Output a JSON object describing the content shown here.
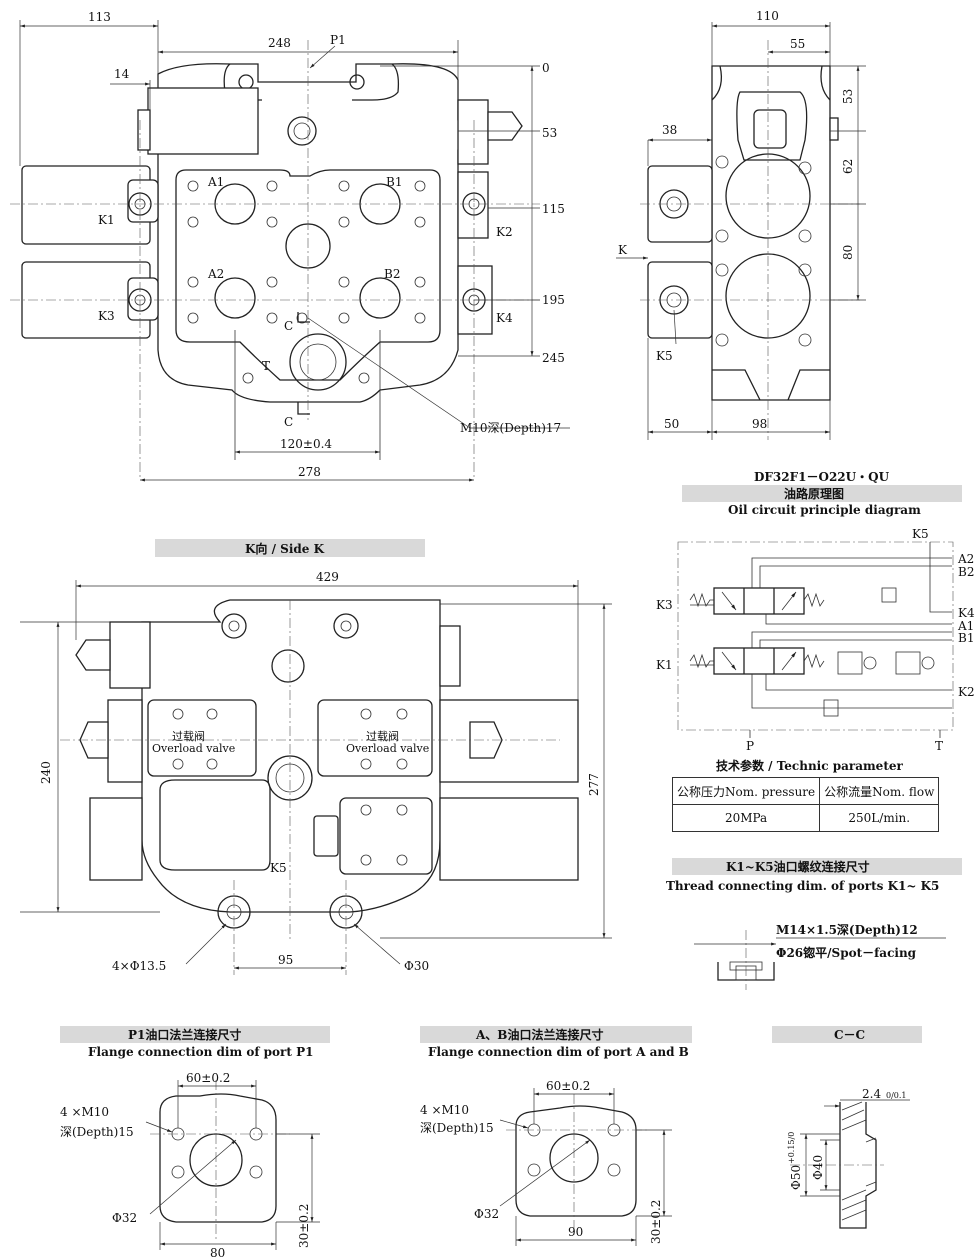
{
  "front_view": {
    "dims_top": [
      "113",
      "248",
      "P1"
    ],
    "dim_left": "14",
    "dims_right": [
      "0",
      "53",
      "115",
      "195",
      "245"
    ],
    "ports": [
      "A1",
      "B1",
      "A2",
      "B2",
      "K1",
      "K2",
      "K3",
      "K4",
      "T",
      "C",
      "C"
    ],
    "dims_bottom": [
      "120±0.4",
      "278"
    ],
    "callout": "M10深(Depth)17"
  },
  "side_view_right": {
    "dims_top": [
      "110",
      "55"
    ],
    "dims_right": [
      "53",
      "62",
      "80"
    ],
    "dims_left": [
      "38"
    ],
    "labels": [
      "K",
      "K5"
    ],
    "dims_bottom": [
      "50",
      "98"
    ]
  },
  "side_k": {
    "title": "K向 / Side K",
    "dim_top": "429",
    "dim_left": "240",
    "dim_right": "277",
    "overload_cn": "过载阀",
    "overload_en": "Overload valve",
    "k5": "K5",
    "hole_callout": "4×Φ13.5",
    "dim_bottom": "95",
    "spot": "Φ30"
  },
  "circuit": {
    "model": "DF32F1－O22U・QU",
    "title_cn": "油路原理图",
    "title_en": "Oil circuit principle diagram",
    "ports_left": [
      "K3",
      "K1"
    ],
    "ports_right": [
      "A2",
      "B2",
      "K4",
      "A1",
      "B1",
      "K2"
    ],
    "port_top": "K5",
    "ports_bottom": [
      "P",
      "T"
    ]
  },
  "technic": {
    "title": "技术参数 / Technic parameter",
    "headers": [
      "公称压力Nom. pressure",
      "公称流量Nom. flow"
    ],
    "values": [
      "20MPa",
      "250L/min."
    ]
  },
  "thread": {
    "title_cn": "K1~K5油口螺纹连接尺寸",
    "title_en": "Thread connecting dim. of ports K1~ K5",
    "spec1": "M14×1.5深(Depth)12",
    "spec2": "Φ26锪平/Spot－facing"
  },
  "flange_p1": {
    "title_cn": "P1油口法兰连接尺寸",
    "title_en": "Flange connection dim of port P1",
    "holes_a": "4 ×M10",
    "holes_b": "深(Depth)15",
    "dim_top": "60±0.2",
    "bore": "Φ32",
    "dim_bottom": "80",
    "dim_right": "30±0.2"
  },
  "flange_ab": {
    "title_cn": "A、B油口法兰连接尺寸",
    "title_en": "Flange connection dim of port A and B",
    "holes_a": "4 ×M10",
    "holes_b": "深(Depth)15",
    "dim_top": "60±0.2",
    "bore": "Φ32",
    "dim_bottom": "90",
    "dim_right": "30±0.2"
  },
  "section_cc": {
    "title": "C－C",
    "dim_top": "2.4",
    "dim_top_tol": "0/0.1",
    "dim_outer": "Φ50",
    "dim_outer_tol": "+0.15/0",
    "dim_inner": "Φ40"
  }
}
